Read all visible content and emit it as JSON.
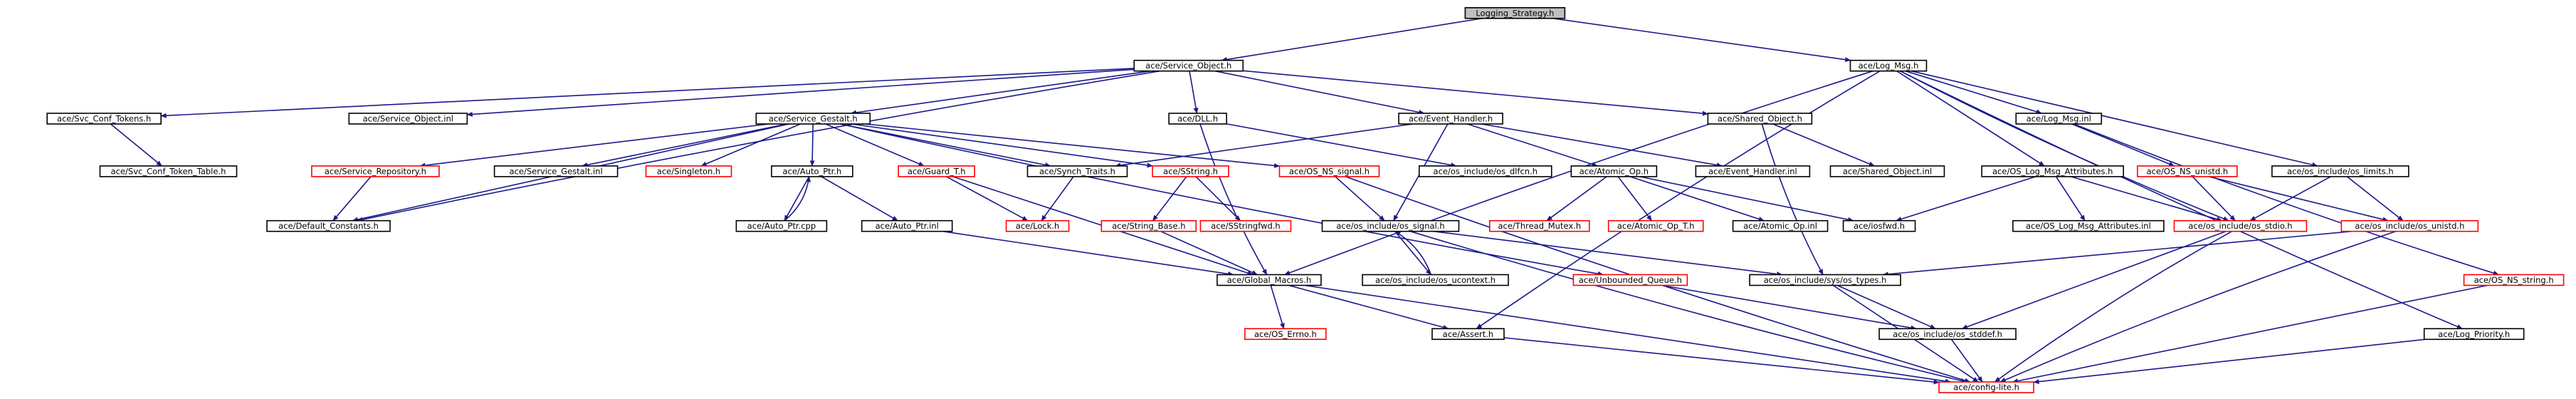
{
  "diagram": {
    "nodes": [
      {
        "id": "logging_strategy",
        "label": "Logging_Strategy.h",
        "root": true
      },
      {
        "id": "service_object",
        "label": "ace/Service_Object.h"
      },
      {
        "id": "log_msg",
        "label": "ace/Log_Msg.h"
      },
      {
        "id": "svc_conf_tokens",
        "label": "ace/Svc_Conf_Tokens.h"
      },
      {
        "id": "service_object_inl",
        "label": "ace/Service_Object.inl"
      },
      {
        "id": "service_gestalt",
        "label": "ace/Service_Gestalt.h"
      },
      {
        "id": "dll",
        "label": "ace/DLL.h"
      },
      {
        "id": "event_handler",
        "label": "ace/Event_Handler.h"
      },
      {
        "id": "shared_object",
        "label": "ace/Shared_Object.h"
      },
      {
        "id": "log_msg_inl",
        "label": "ace/Log_Msg.inl"
      },
      {
        "id": "svc_conf_token_table",
        "label": "ace/Svc_Conf_Token_Table.h"
      },
      {
        "id": "service_repository",
        "label": "ace/Service_Repository.h",
        "missing": true
      },
      {
        "id": "service_gestalt_inl",
        "label": "ace/Service_Gestalt.inl"
      },
      {
        "id": "singleton",
        "label": "ace/Singleton.h",
        "missing": true
      },
      {
        "id": "auto_ptr",
        "label": "ace/Auto_Ptr.h"
      },
      {
        "id": "guard_t",
        "label": "ace/Guard_T.h",
        "missing": true
      },
      {
        "id": "synch_traits",
        "label": "ace/Synch_Traits.h"
      },
      {
        "id": "sstring",
        "label": "ace/SString.h",
        "missing": true
      },
      {
        "id": "os_ns_signal",
        "label": "ace/OS_NS_signal.h",
        "missing": true
      },
      {
        "id": "os_dlfcn",
        "label": "ace/os_include/os_dlfcn.h"
      },
      {
        "id": "atomic_op",
        "label": "ace/Atomic_Op.h"
      },
      {
        "id": "event_handler_inl",
        "label": "ace/Event_Handler.inl"
      },
      {
        "id": "shared_object_inl",
        "label": "ace/Shared_Object.inl"
      },
      {
        "id": "os_log_msg_attributes",
        "label": "ace/OS_Log_Msg_Attributes.h"
      },
      {
        "id": "os_ns_unistd",
        "label": "ace/OS_NS_unistd.h",
        "missing": true
      },
      {
        "id": "os_limits",
        "label": "ace/os_include/os_limits.h"
      },
      {
        "id": "default_constants",
        "label": "ace/Default_Constants.h"
      },
      {
        "id": "auto_ptr_cpp",
        "label": "ace/Auto_Ptr.cpp"
      },
      {
        "id": "auto_ptr_inl",
        "label": "ace/Auto_Ptr.inl"
      },
      {
        "id": "lock",
        "label": "ace/Lock.h",
        "missing": true
      },
      {
        "id": "string_base",
        "label": "ace/String_Base.h",
        "missing": true
      },
      {
        "id": "sstringfwd",
        "label": "ace/SStringfwd.h",
        "missing": true
      },
      {
        "id": "os_signal",
        "label": "ace/os_include/os_signal.h"
      },
      {
        "id": "thread_mutex",
        "label": "ace/Thread_Mutex.h",
        "missing": true
      },
      {
        "id": "atomic_op_t",
        "label": "ace/Atomic_Op_T.h",
        "missing": true
      },
      {
        "id": "atomic_op_inl",
        "label": "ace/Atomic_Op.inl"
      },
      {
        "id": "iosfwd",
        "label": "ace/iosfwd.h"
      },
      {
        "id": "os_log_msg_attributes_inl",
        "label": "ace/OS_Log_Msg_Attributes.inl"
      },
      {
        "id": "os_stdio",
        "label": "ace/os_include/os_stdio.h",
        "missing": true
      },
      {
        "id": "os_unistd",
        "label": "ace/os_include/os_unistd.h",
        "missing": true
      },
      {
        "id": "os_ns_string",
        "label": "ace/OS_NS_string.h",
        "missing": true
      },
      {
        "id": "global_macros",
        "label": "ace/Global_Macros.h"
      },
      {
        "id": "os_ucontext",
        "label": "ace/os_include/os_ucontext.h"
      },
      {
        "id": "unbounded_queue",
        "label": "ace/Unbounded_Queue.h",
        "missing": true
      },
      {
        "id": "os_types",
        "label": "ace/os_include/sys/os_types.h"
      },
      {
        "id": "os_errno",
        "label": "ace/OS_Errno.h",
        "missing": true
      },
      {
        "id": "assert",
        "label": "ace/Assert.h"
      },
      {
        "id": "os_stddef",
        "label": "ace/os_include/os_stddef.h"
      },
      {
        "id": "log_priority",
        "label": "ace/Log_Priority.h"
      },
      {
        "id": "config_lite",
        "label": "ace/config-lite.h",
        "missing": true
      }
    ],
    "edges": [
      [
        "logging_strategy",
        "service_object"
      ],
      [
        "logging_strategy",
        "log_msg"
      ],
      [
        "service_object",
        "svc_conf_tokens"
      ],
      [
        "service_object",
        "service_object_inl"
      ],
      [
        "service_object",
        "service_gestalt"
      ],
      [
        "service_object",
        "dll"
      ],
      [
        "service_object",
        "event_handler"
      ],
      [
        "service_object",
        "shared_object"
      ],
      [
        "service_object",
        "default_constants"
      ],
      [
        "svc_conf_tokens",
        "svc_conf_token_table"
      ],
      [
        "service_gestalt",
        "service_repository"
      ],
      [
        "service_gestalt",
        "service_gestalt_inl"
      ],
      [
        "service_gestalt",
        "singleton"
      ],
      [
        "service_gestalt",
        "auto_ptr"
      ],
      [
        "service_gestalt",
        "guard_t"
      ],
      [
        "service_gestalt",
        "synch_traits"
      ],
      [
        "service_gestalt",
        "sstring"
      ],
      [
        "service_gestalt",
        "os_ns_signal"
      ],
      [
        "service_gestalt",
        "default_constants"
      ],
      [
        "service_gestalt",
        "unbounded_queue"
      ],
      [
        "service_repository",
        "default_constants"
      ],
      [
        "auto_ptr",
        "auto_ptr_cpp"
      ],
      [
        "auto_ptr",
        "auto_ptr_inl"
      ],
      [
        "auto_ptr_cpp",
        "auto_ptr"
      ],
      [
        "auto_ptr_inl",
        "global_macros"
      ],
      [
        "guard_t",
        "lock"
      ],
      [
        "guard_t",
        "global_macros"
      ],
      [
        "synch_traits",
        "lock"
      ],
      [
        "sstring",
        "string_base"
      ],
      [
        "sstring",
        "sstringfwd"
      ],
      [
        "string_base",
        "global_macros"
      ],
      [
        "os_ns_signal",
        "os_signal"
      ],
      [
        "os_ns_signal",
        "config_lite"
      ],
      [
        "dll",
        "os_dlfcn"
      ],
      [
        "dll",
        "global_macros"
      ],
      [
        "event_handler",
        "synch_traits"
      ],
      [
        "event_handler",
        "atomic_op"
      ],
      [
        "event_handler",
        "event_handler_inl"
      ],
      [
        "event_handler",
        "os_signal"
      ],
      [
        "atomic_op",
        "thread_mutex"
      ],
      [
        "atomic_op",
        "atomic_op_t"
      ],
      [
        "atomic_op",
        "atomic_op_inl"
      ],
      [
        "atomic_op",
        "iosfwd"
      ],
      [
        "shared_object",
        "shared_object_inl"
      ],
      [
        "shared_object",
        "os_types"
      ],
      [
        "log_msg",
        "global_macros"
      ],
      [
        "log_msg",
        "log_msg_inl"
      ],
      [
        "log_msg",
        "os_log_msg_attributes"
      ],
      [
        "log_msg",
        "os_limits"
      ],
      [
        "log_msg",
        "log_priority"
      ],
      [
        "log_msg",
        "assert"
      ],
      [
        "log_msg",
        "os_stdio"
      ],
      [
        "log_msg_inl",
        "os_ns_unistd"
      ],
      [
        "log_msg_inl",
        "os_ns_string"
      ],
      [
        "os_log_msg_attributes",
        "os_log_msg_attributes_inl"
      ],
      [
        "os_log_msg_attributes",
        "iosfwd"
      ],
      [
        "os_log_msg_attributes",
        "os_stdio"
      ],
      [
        "os_ns_unistd",
        "os_stdio"
      ],
      [
        "os_ns_unistd",
        "os_unistd"
      ],
      [
        "os_limits",
        "os_stdio"
      ],
      [
        "os_limits",
        "os_unistd"
      ],
      [
        "os_stdio",
        "config_lite"
      ],
      [
        "os_stdio",
        "os_stddef"
      ],
      [
        "os_unistd",
        "os_types"
      ],
      [
        "os_unistd",
        "config_lite"
      ],
      [
        "os_signal",
        "os_ucontext"
      ],
      [
        "os_signal",
        "config_lite"
      ],
      [
        "os_signal",
        "os_types"
      ],
      [
        "os_ucontext",
        "os_signal"
      ],
      [
        "global_macros",
        "os_errno"
      ],
      [
        "global_macros",
        "assert"
      ],
      [
        "global_macros",
        "config_lite"
      ],
      [
        "unbounded_queue",
        "os_stddef"
      ],
      [
        "os_types",
        "os_stddef"
      ],
      [
        "os_types",
        "config_lite"
      ],
      [
        "os_stddef",
        "config_lite"
      ],
      [
        "os_ns_string",
        "config_lite"
      ],
      [
        "log_priority",
        "config_lite"
      ],
      [
        "assert",
        "config_lite"
      ]
    ]
  },
  "colors": {
    "edge": "#1a1a8c",
    "normal_border": "#000000",
    "missing_border": "#ff0000",
    "root_fill": "#bfbfbf",
    "node_fill": "#ffffff",
    "text": "#000000"
  }
}
